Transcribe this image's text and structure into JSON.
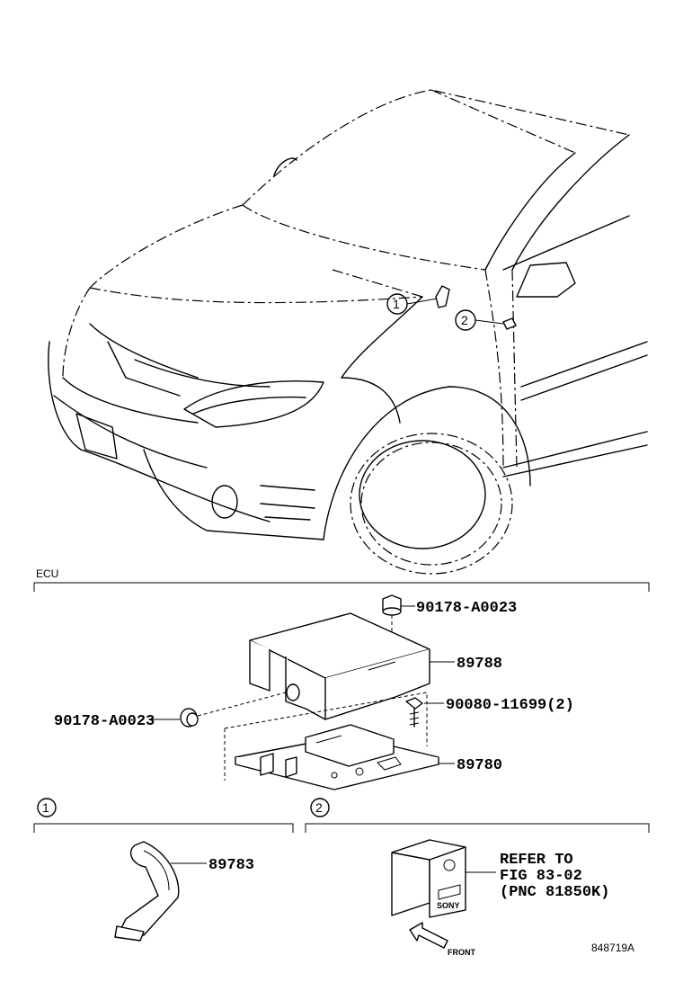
{
  "section_labels": {
    "ecu": "ECU",
    "callout_1": "1",
    "callout_2": "2"
  },
  "parts": {
    "bolt_top": "90178-A0023",
    "bracket_cover": "89788",
    "screw": "90080-11699(2)",
    "bolt_left": "90178-A0023",
    "ecu_bracket": "89780",
    "sensor": "89783"
  },
  "refer": {
    "line1": "REFER TO",
    "line2": "FIG 83-02",
    "line3": "(PNC 81850K)"
  },
  "front_label": "FRONT",
  "figure_id": "848719A"
}
